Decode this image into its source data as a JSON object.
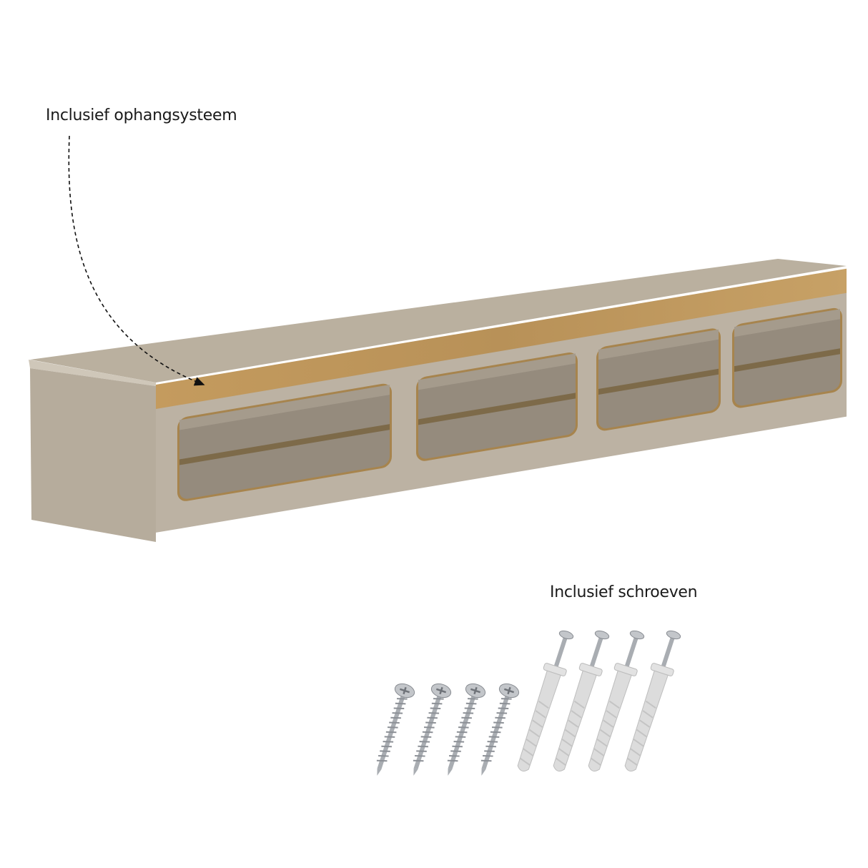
{
  "annotations": {
    "hanging_system": "Inclusief ophangsysteem",
    "screws": "Inclusief schroeven"
  },
  "product": {
    "compartments": 4,
    "colors": {
      "body": "#bbb1a2",
      "top": "#b9af9f",
      "side": "#b3a999",
      "wood": "#b8935a",
      "interior": "#958b7d",
      "edge": "#a7844d"
    }
  },
  "hardware": {
    "screw_count": 4,
    "plug_with_screw_count": 4,
    "colors": {
      "metal": "#b9bcc0",
      "plug": "#dcdcdc"
    }
  },
  "icons": {
    "arrow": "dashed-curved-arrow-icon"
  }
}
